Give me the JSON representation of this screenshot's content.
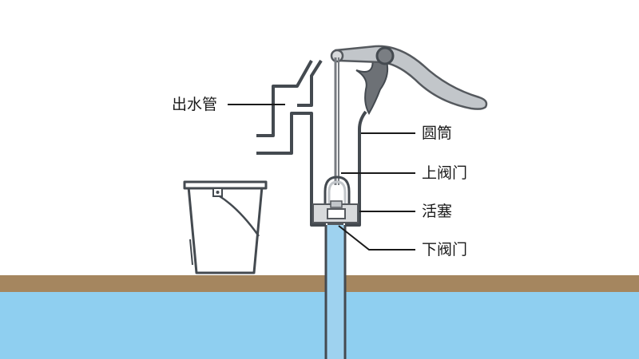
{
  "labels": {
    "outlet_pipe": "出水管",
    "cylinder": "圆筒",
    "upper_valve": "上阀门",
    "piston": "活塞",
    "lower_valve": "下阀门"
  },
  "colors": {
    "background": "#ffffff",
    "ground": "#a5865f",
    "water": "#8fcff0",
    "pipe_water": "#9ed2ef",
    "pump_outline": "#444a50",
    "handle_fill": "#c2c6ca",
    "handle_stroke": "#55595e",
    "piston_fill": "#d8dadc",
    "leader_line": "#1a1a1a"
  },
  "icons": {
    "pump": "hand-pump-icon",
    "bucket": "bucket-icon"
  }
}
